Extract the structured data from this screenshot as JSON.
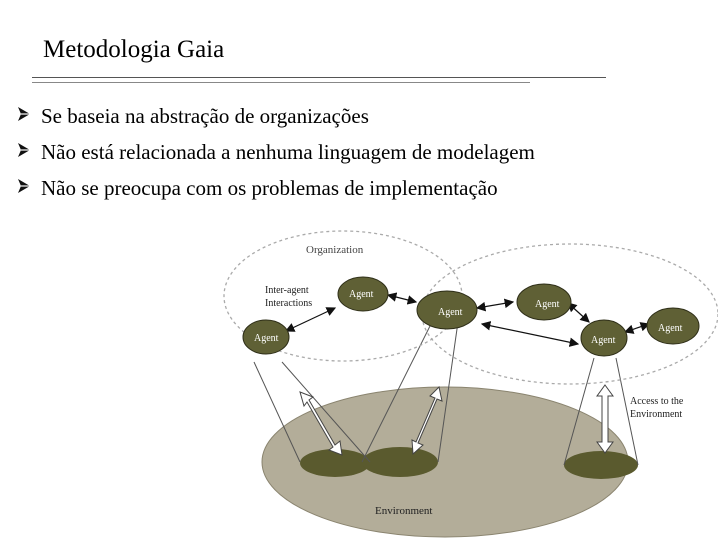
{
  "slide": {
    "title": "Metodologia Gaia",
    "bullets": [
      "Se baseia na abstração de organizações",
      "Não está relacionada a nenhuma linguagem de modelagem",
      "Não se preocupa com os problemas de implementação"
    ]
  },
  "diagram": {
    "labels": {
      "organization": "Organization",
      "inter_agent_line1": "Inter-agent",
      "inter_agent_line2": "Interactions",
      "access_line1": "Access to the",
      "access_line2": "Environment",
      "environment": "Environment"
    },
    "agent_label": "Agent",
    "colors": {
      "agent_fill": "#5f6035",
      "environment_fill": "#b3ad99",
      "spot_fill": "#5a5a2e"
    }
  }
}
